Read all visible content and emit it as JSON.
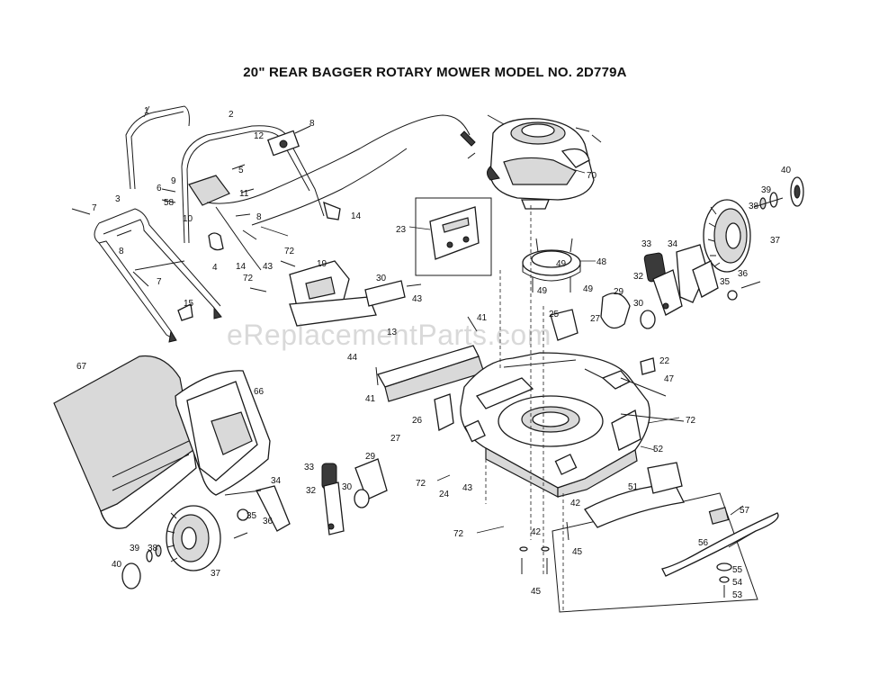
{
  "title": "20\" REAR BAGGER ROTARY MOWER MODEL NO. 2D779A",
  "watermark": "eReplacementParts.com",
  "callouts": {
    "c1": "1",
    "c2": "2",
    "c3": "3",
    "c4": "4",
    "c5": "5",
    "c6": "6",
    "c7a": "7",
    "c7b": "7",
    "c8a": "8",
    "c8b": "8",
    "c8c": "8",
    "c9": "9",
    "c10": "10",
    "c11": "11",
    "c12": "12",
    "c13": "13",
    "c14a": "14",
    "c14b": "14",
    "c15": "15",
    "c19": "19",
    "c22": "22",
    "c23": "23",
    "c24": "24",
    "c25": "25",
    "c26": "26",
    "c27a": "27",
    "c27b": "27",
    "c29a": "29",
    "c29b": "29",
    "c30a": "30",
    "c30b": "30",
    "c30c": "30",
    "c32a": "32",
    "c32b": "32",
    "c33a": "33",
    "c33b": "33",
    "c34a": "34",
    "c34b": "34",
    "c35a": "35",
    "c35b": "35",
    "c36a": "36",
    "c36b": "36",
    "c37a": "37",
    "c37b": "37",
    "c38a": "38",
    "c38b": "38",
    "c39a": "39",
    "c39b": "39",
    "c40a": "40",
    "c40b": "40",
    "c41a": "41",
    "c41b": "41",
    "c42a": "42",
    "c42b": "42",
    "c43a": "43",
    "c43b": "43",
    "c43c": "43",
    "c44": "44",
    "c45a": "45",
    "c45b": "45",
    "c47": "47",
    "c48": "48",
    "c49a": "49",
    "c49b": "49",
    "c49c": "49",
    "c51": "51",
    "c52": "52",
    "c53": "53",
    "c54": "54",
    "c55": "55",
    "c56": "56",
    "c57": "57",
    "c58": "58",
    "c66": "66",
    "c67": "67",
    "c70": "70",
    "c72a": "72",
    "c72b": "72",
    "c72c": "72",
    "c72d": "72",
    "c72e": "72"
  }
}
